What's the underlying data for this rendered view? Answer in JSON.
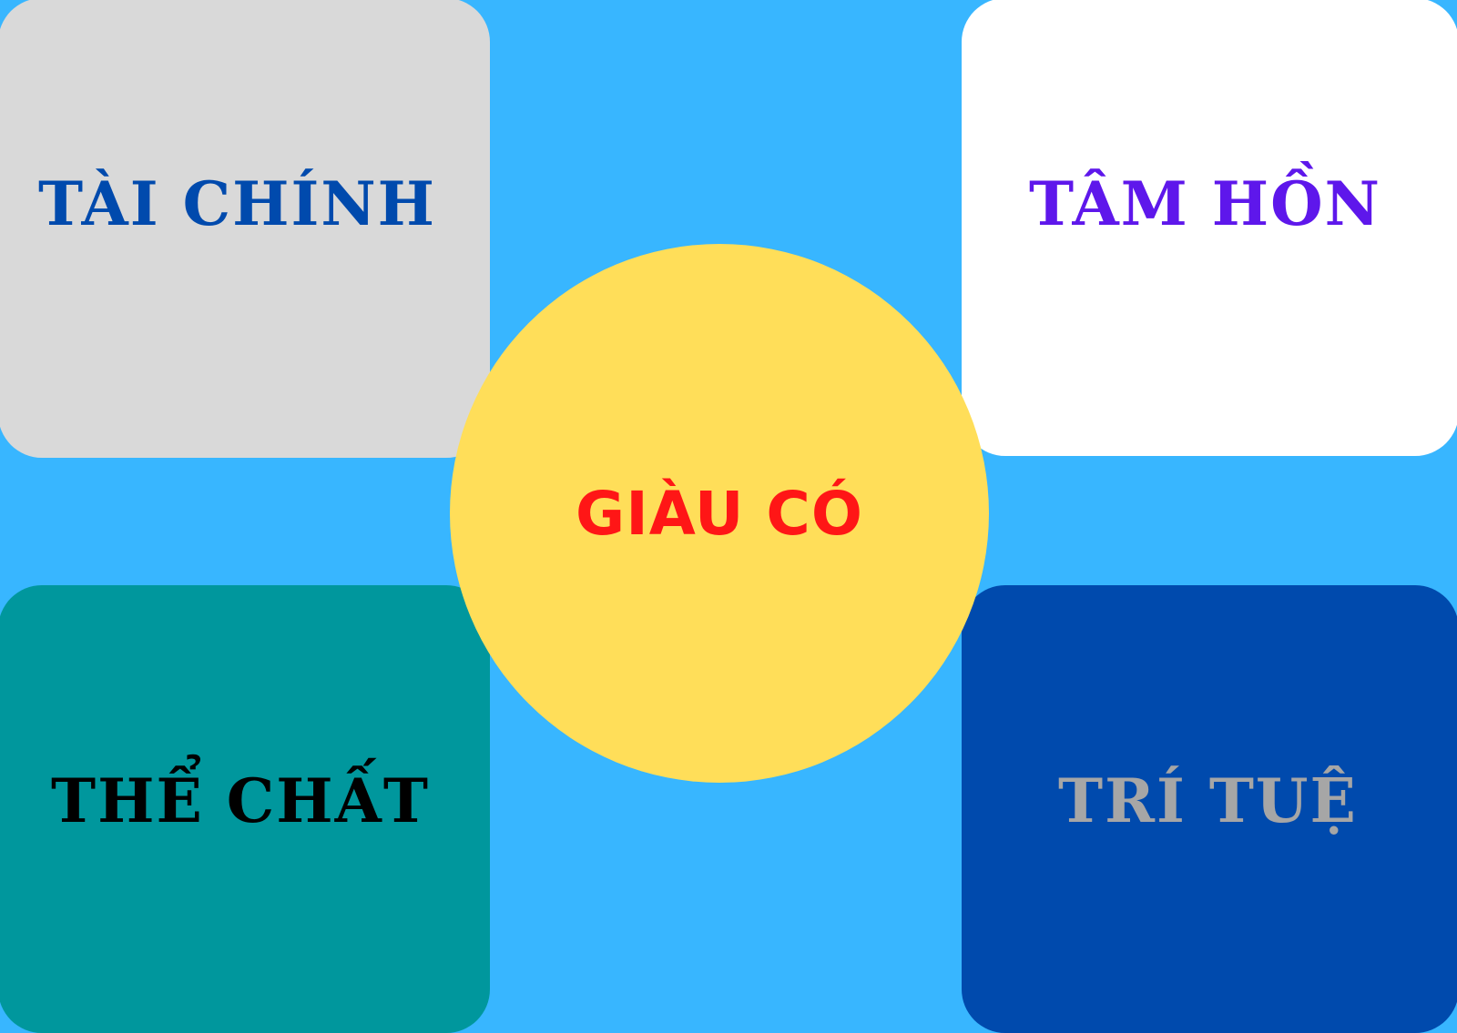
{
  "diagram": {
    "background_color": "#38B6FF",
    "center": {
      "label": "GIÀU CÓ",
      "fill_color": "#FFDE59",
      "text_color": "#FF1616",
      "shape": "circle"
    },
    "quadrants": [
      {
        "position": "top-left",
        "label": "TÀI CHÍNH",
        "fill_color": "#D9D9D9",
        "text_color": "#004AAD"
      },
      {
        "position": "top-right",
        "label": "TÂM HỒN",
        "fill_color": "#FFFFFF",
        "text_color": "#5E17EB"
      },
      {
        "position": "bottom-left",
        "label": "THỂ CHẤT",
        "fill_color": "#00979D",
        "text_color": "#000000"
      },
      {
        "position": "bottom-right",
        "label": "TRÍ TUỆ",
        "fill_color": "#004AAD",
        "text_color": "#A6A6A6"
      }
    ]
  }
}
